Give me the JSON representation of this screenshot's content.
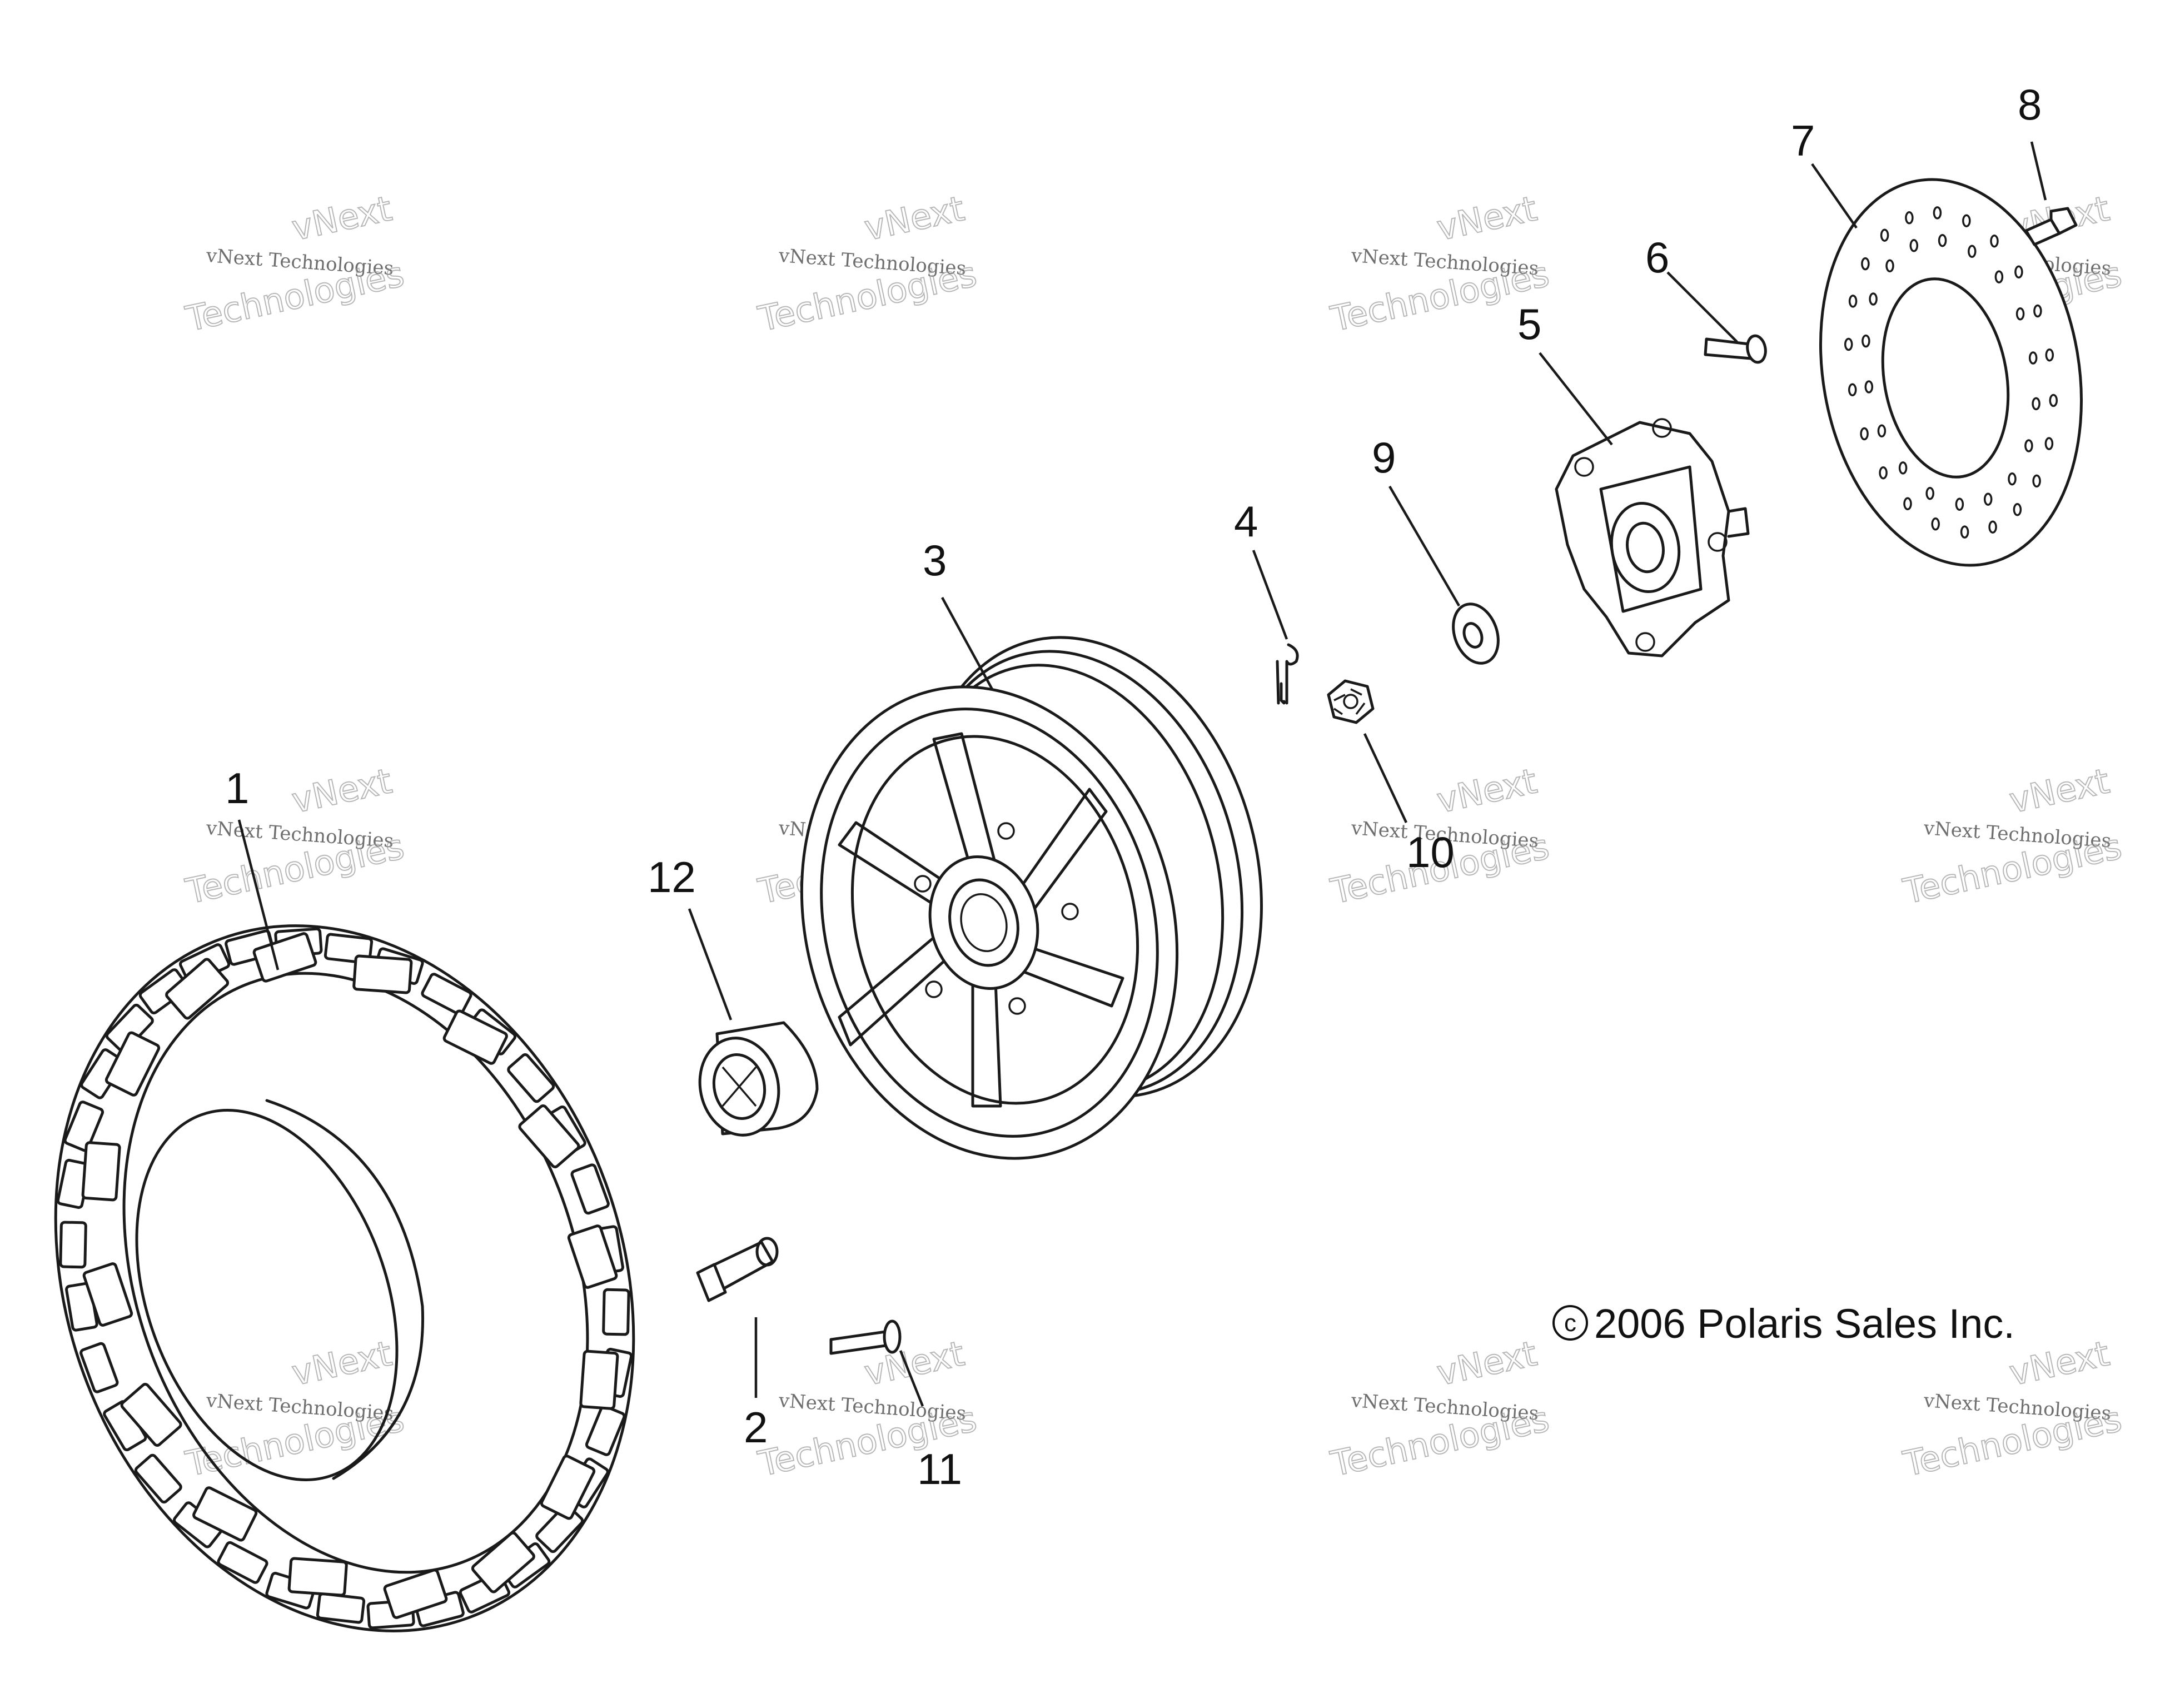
{
  "callouts": {
    "c1": "1",
    "c2": "2",
    "c3": "3",
    "c4": "4",
    "c5": "5",
    "c6": "6",
    "c7": "7",
    "c8": "8",
    "c9": "9",
    "c10": "10",
    "c11": "11",
    "c12": "12"
  },
  "copyright": "2006 Polaris Sales Inc.",
  "copyright_symbol": "c",
  "watermark": {
    "line1": "vNext",
    "line2": "vNext Technologies",
    "line3": "Technologies"
  },
  "colors": {
    "ink": "#1a1a1a",
    "background": "#ffffff",
    "watermark": "#9a9a9a"
  }
}
